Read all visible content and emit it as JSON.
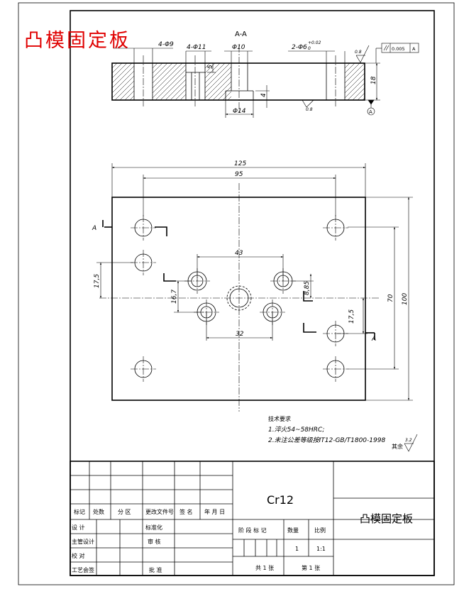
{
  "title_red": "凸模固定板",
  "section_label": "A-A",
  "cut_labels": {
    "left": "A",
    "right": "A",
    "datum": "A"
  },
  "section_dims": {
    "holes_4_9": "4-Φ9",
    "holes_4_11": "4-Φ11",
    "bore_10": "Φ10",
    "pins_2_6": "2-Φ6",
    "pins_tol": "+0.02",
    "pins_tol_low": "0",
    "counterbore_14": "Φ14",
    "depth_5": "5",
    "depth_4": "4",
    "thickness_18": "18",
    "roughness_top": "0.8",
    "roughness_bottom": "0.8",
    "parallel_tol": "0.005",
    "parallel_datum": "A"
  },
  "plan_dims": {
    "width_125": "125",
    "width_95": "95",
    "width_43": "43",
    "width_32": "32",
    "left_17_5": "17,5",
    "offset_16_7": "16,7",
    "offset_8_85": "8,85",
    "right_17_5": "17,5",
    "height_70": "70",
    "height_100": "100"
  },
  "notes": {
    "heading": "技术要求",
    "line1": "1.淬火54~58HRC;",
    "line2": "2.未注公差等级按IT12-GB/T1800-1998",
    "other_label": "其余",
    "other_roughness": "3.2"
  },
  "title_block": {
    "material": "Cr12",
    "part_name": "凸模固定板",
    "header_row": [
      "标记",
      "处数",
      "分 区",
      "更改文件号",
      "签 名",
      "年 月 日"
    ],
    "design": "设  计",
    "standardize": "标准化",
    "chief_design": "主管设计",
    "review": "审  核",
    "check": "校  对",
    "process": "工艺会签",
    "approve": "批  准",
    "stage_label": "阶 段 标 记",
    "qty_label": "数量",
    "scale_label": "比例",
    "qty_value": "1",
    "scale_value": "1:1",
    "total_sheets": "共 1 张",
    "sheet_no": "第 1 张"
  }
}
